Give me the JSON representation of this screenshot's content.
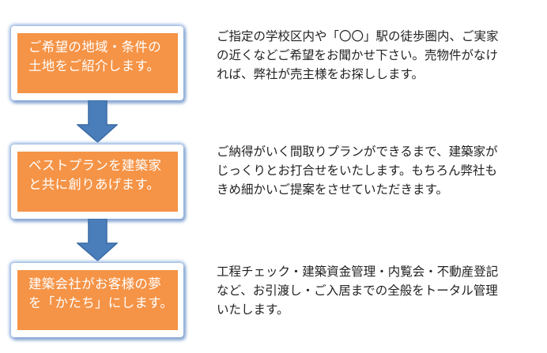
{
  "steps": [
    {
      "title": "ご希望の地域・条件の\n土地をご紹介します。",
      "description": "ご指定の学校区内や「〇〇」駅の徒歩圏内、ご実家\nの近くなどご希望をお聞かせ下さい。売物件がなけ\nれば、弊社が売主様をお探しします。"
    },
    {
      "title": "ベストプランを建築家\nと共に創りあげます。",
      "description": "ご納得がいく間取りプランができるまで、建築家が\nじっくりとお打合せをいたします。もちろん弊社も\nきめ細かいご提案をさせていただきます。"
    },
    {
      "title": "建築会社がお客様の夢\nを「かたち」にします。",
      "description": "工程チェック・建築資金管理・内覧会・不動産登記\nなど、お引渡し・ご入居までの全般をトータル管理\nいたします。"
    }
  ],
  "colors": {
    "box": "#f59346",
    "arrow": "#4a7ebb"
  }
}
